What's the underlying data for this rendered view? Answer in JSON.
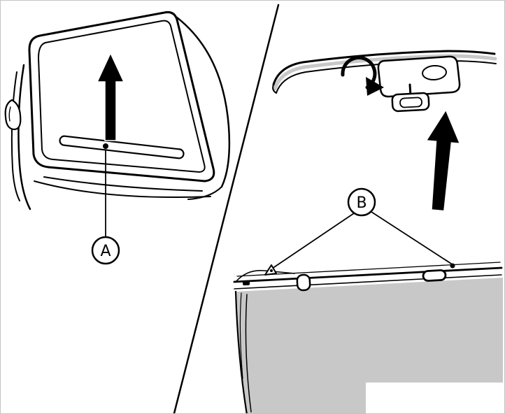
{
  "callouts": {
    "a": "A",
    "b": "B"
  },
  "icons": {
    "left_arrow": "up-arrow",
    "right_arrow": "up-arrow",
    "rotate_arrow": "rotate-clockwise-arrow"
  },
  "colors": {
    "ink": "#000000",
    "shade_gray": "#c8c8c8",
    "background": "#ffffff"
  }
}
